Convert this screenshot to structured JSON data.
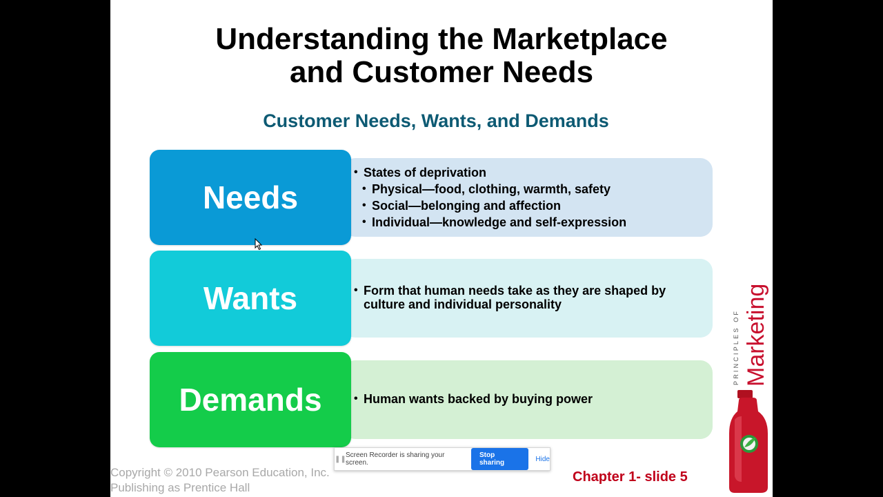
{
  "slide": {
    "title_line1": "Understanding the Marketplace",
    "title_line2": "and Customer Needs",
    "subtitle": "Customer Needs, Wants, and Demands",
    "rows": [
      {
        "label": "Needs",
        "label_color": "#0a9ad6",
        "desc_color": "#d3e4f2",
        "bullets": [
          "States of deprivation",
          "Physical—food, clothing, warmth, safety",
          "Social—belonging and affection",
          "Individual—knowledge and self-expression"
        ]
      },
      {
        "label": "Wants",
        "label_color": "#12cbd9",
        "desc_color": "#d8f2f3",
        "bullets": [
          "Form that human needs take as they are shaped by culture and individual personality"
        ]
      },
      {
        "label": "Demands",
        "label_color": "#14cc4a",
        "desc_color": "#d4f0d4",
        "bullets": [
          "Human wants backed by buying power"
        ]
      }
    ],
    "copyright_line1": "Copyright © 2010 Pearson Education, Inc.",
    "copyright_line2": "Publishing as Prentice Hall",
    "chapter": "Chapter 1- slide 5",
    "brand_small": "PRINCIPLES OF",
    "brand_large": "Marketing",
    "brand_color": "#c8102e"
  },
  "share_bar": {
    "grip_icon": "drag-handle-icon",
    "message": "Screen Recorder is sharing your screen.",
    "stop_label": "Stop sharing",
    "hide_label": "Hide"
  }
}
